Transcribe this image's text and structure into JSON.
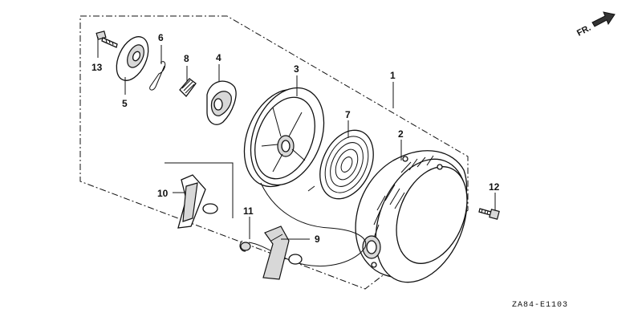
{
  "diagram": {
    "code": "ZA84-E1103",
    "direction_label": "FR.",
    "labels": {
      "p1": "1",
      "p2": "2",
      "p3": "3",
      "p4": "4",
      "p5": "5",
      "p6": "6",
      "p7": "7",
      "p8": "8",
      "p9": "9",
      "p10": "10",
      "p11": "11",
      "p12": "12",
      "p13": "13"
    }
  }
}
